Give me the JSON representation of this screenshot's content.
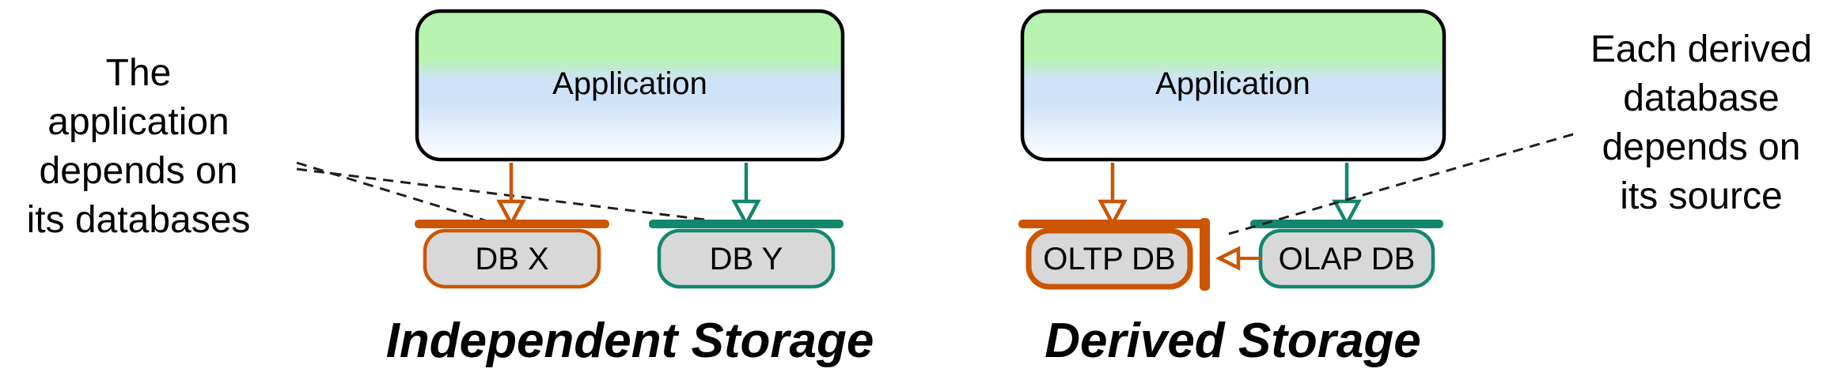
{
  "colors": {
    "orange": "#cc5500",
    "teal": "#13876d",
    "db_fill": "#d8d8d8",
    "app_green": "#b7f2b1",
    "app_blue": "#cfe3f8",
    "outline": "#000000",
    "annotation_text": "#000000"
  },
  "left_diagram": {
    "application_label": "Application",
    "databases": [
      {
        "label": "DB X",
        "accent": "orange"
      },
      {
        "label": "DB Y",
        "accent": "teal"
      }
    ],
    "caption": "Independent Storage",
    "annotation_lines": [
      "The",
      "application",
      "depends on",
      "its databases"
    ]
  },
  "right_diagram": {
    "application_label": "Application",
    "databases": [
      {
        "label": "OLTP DB",
        "accent": "orange"
      },
      {
        "label": "OLAP DB",
        "accent": "teal"
      }
    ],
    "caption": "Derived Storage",
    "annotation_lines": [
      "Each derived",
      "database",
      "depends on",
      "its source"
    ]
  }
}
